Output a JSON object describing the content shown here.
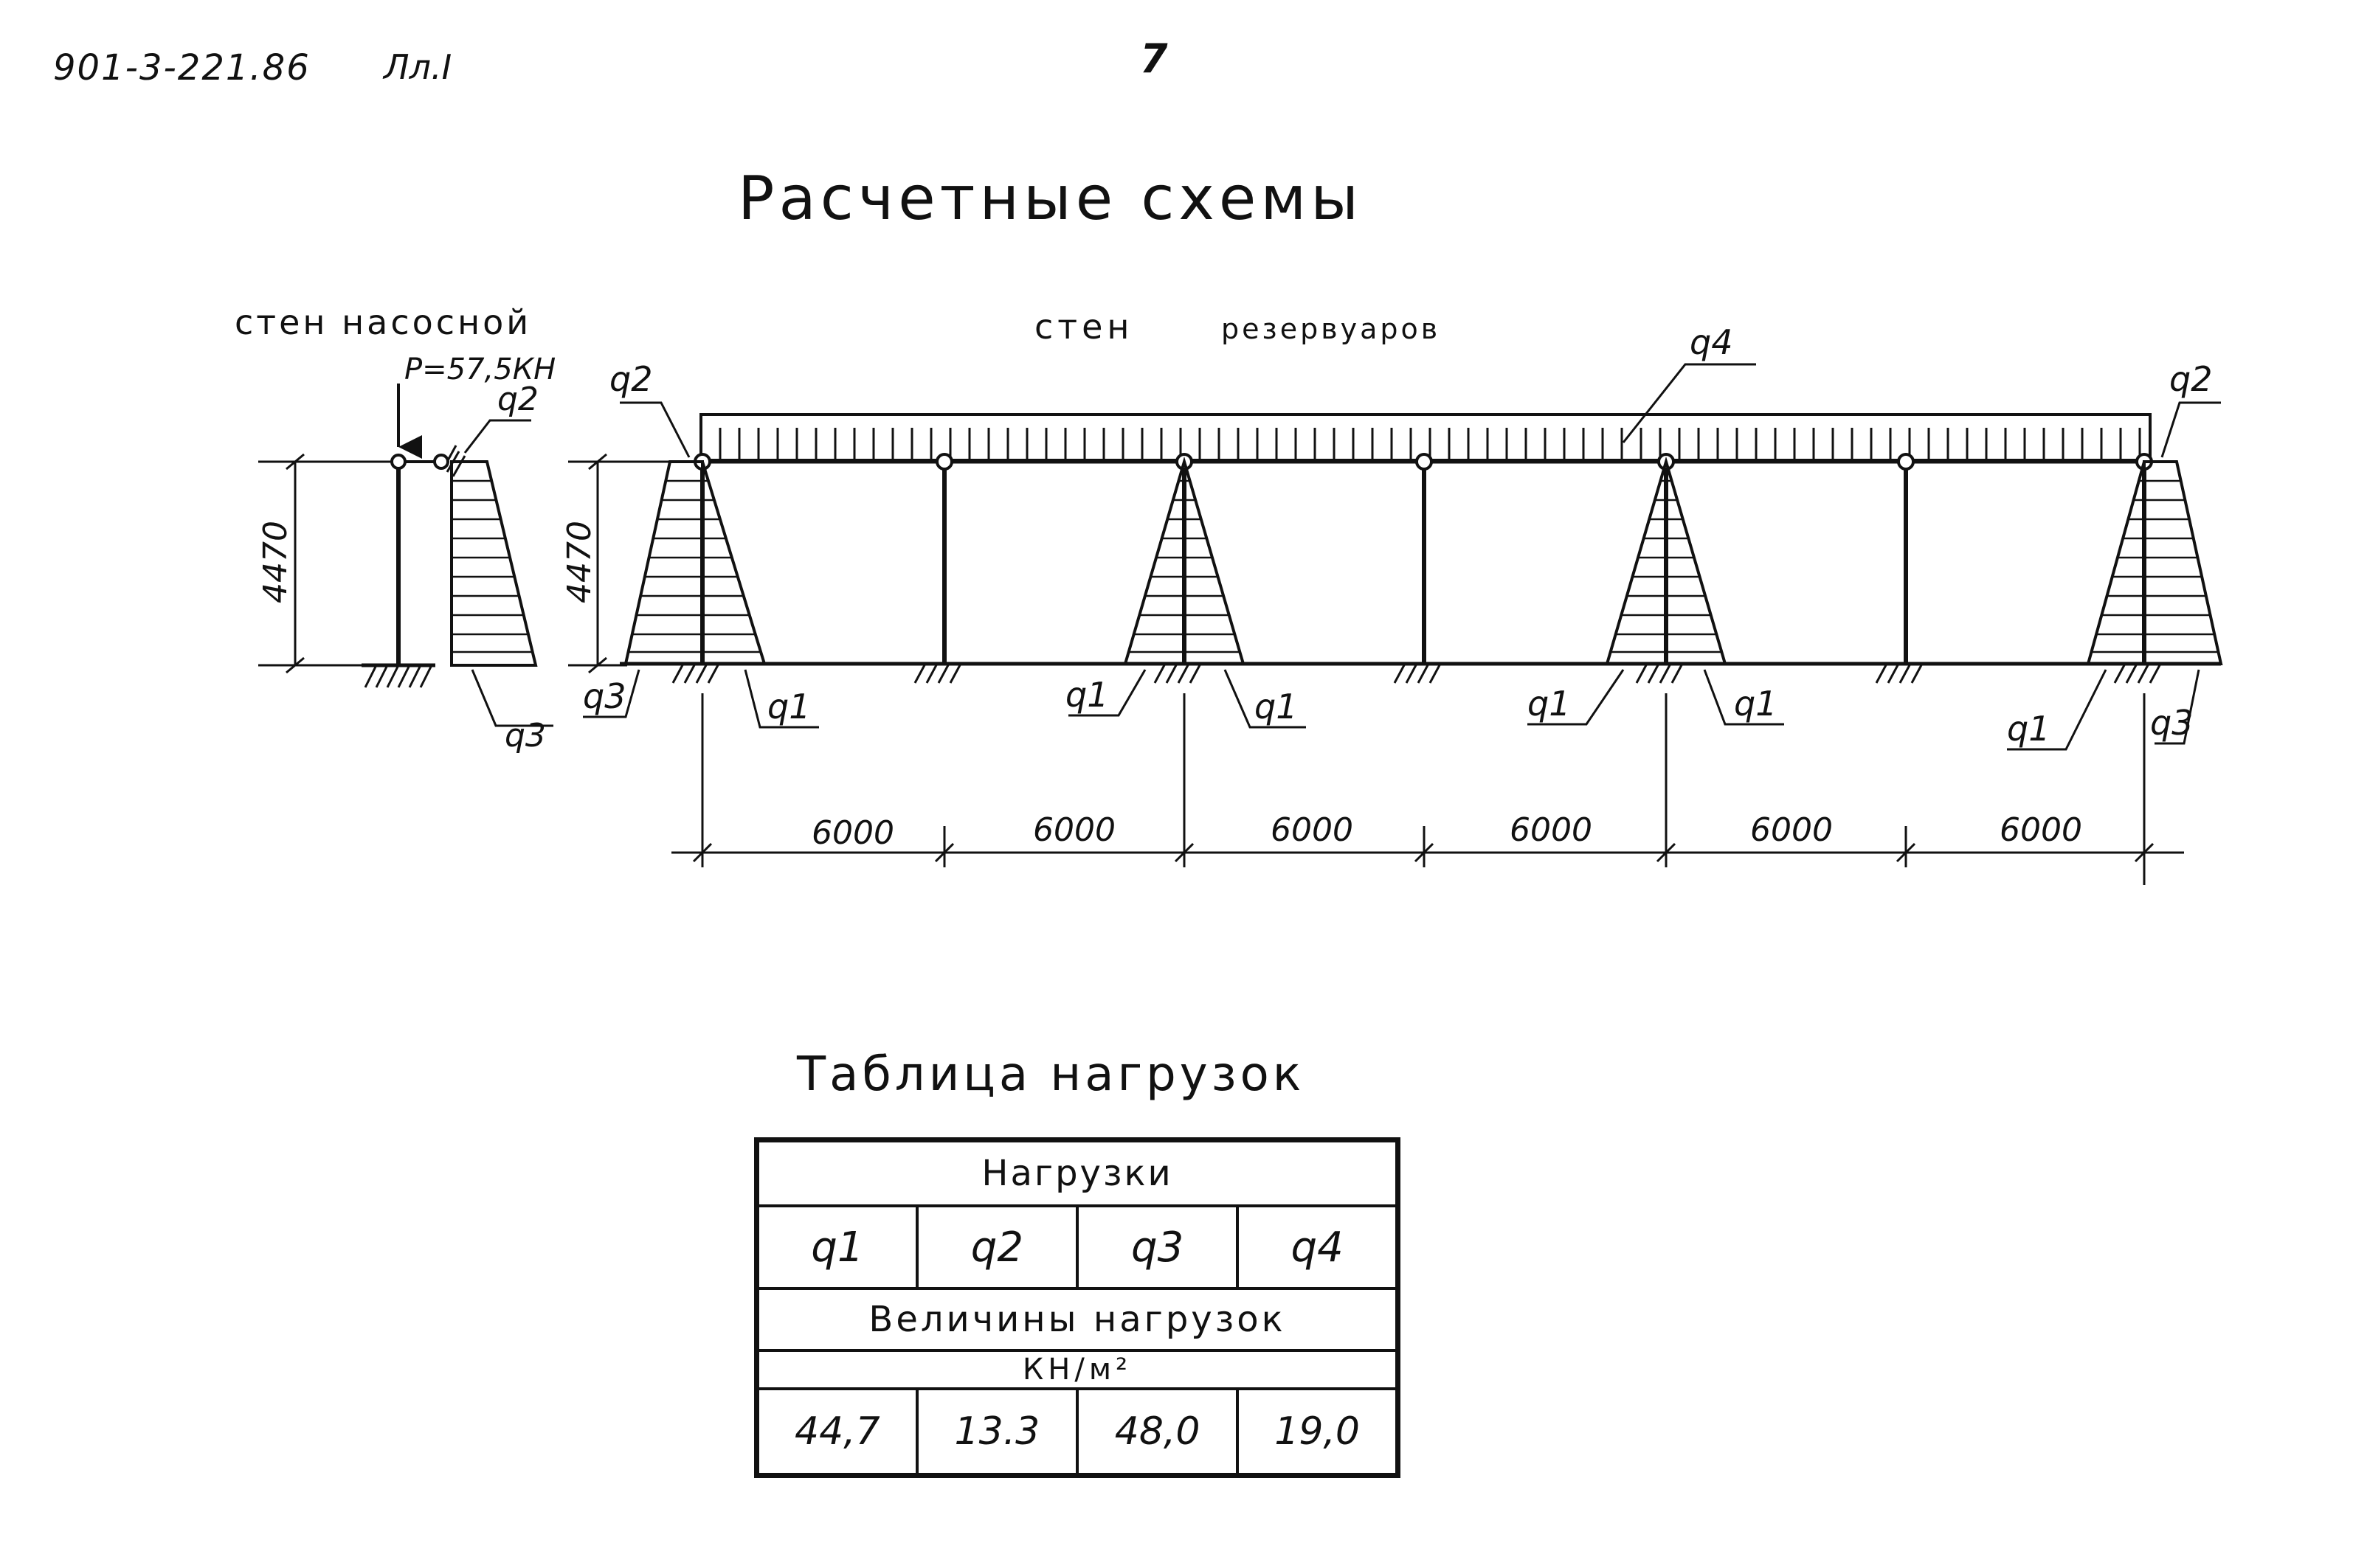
{
  "header": {
    "doc_code": "901-3-221.86",
    "sheet": "Лл.I",
    "page_number": "7"
  },
  "title": "Расчетные схемы",
  "captions": {
    "pump_walls": "стен насосной",
    "tank_walls_1": "стен",
    "tank_walls_2": "резервуаров"
  },
  "scheme": {
    "force_label": "Р=57,5КН",
    "height_label": "4470",
    "spans": [
      "6000",
      "6000",
      "6000",
      "6000",
      "6000",
      "6000"
    ],
    "load_labels": {
      "q1": "q1",
      "q2": "q2",
      "q3": "q3",
      "q4": "q4"
    }
  },
  "table": {
    "title": "Таблица нагрузок",
    "header": "Нагрузки",
    "columns": [
      "q1",
      "q2",
      "q3",
      "q4"
    ],
    "values_header": "Величины нагрузок",
    "unit": "КН/м²",
    "values": [
      "44,7",
      "13.3",
      "48,0",
      "19,0"
    ]
  }
}
